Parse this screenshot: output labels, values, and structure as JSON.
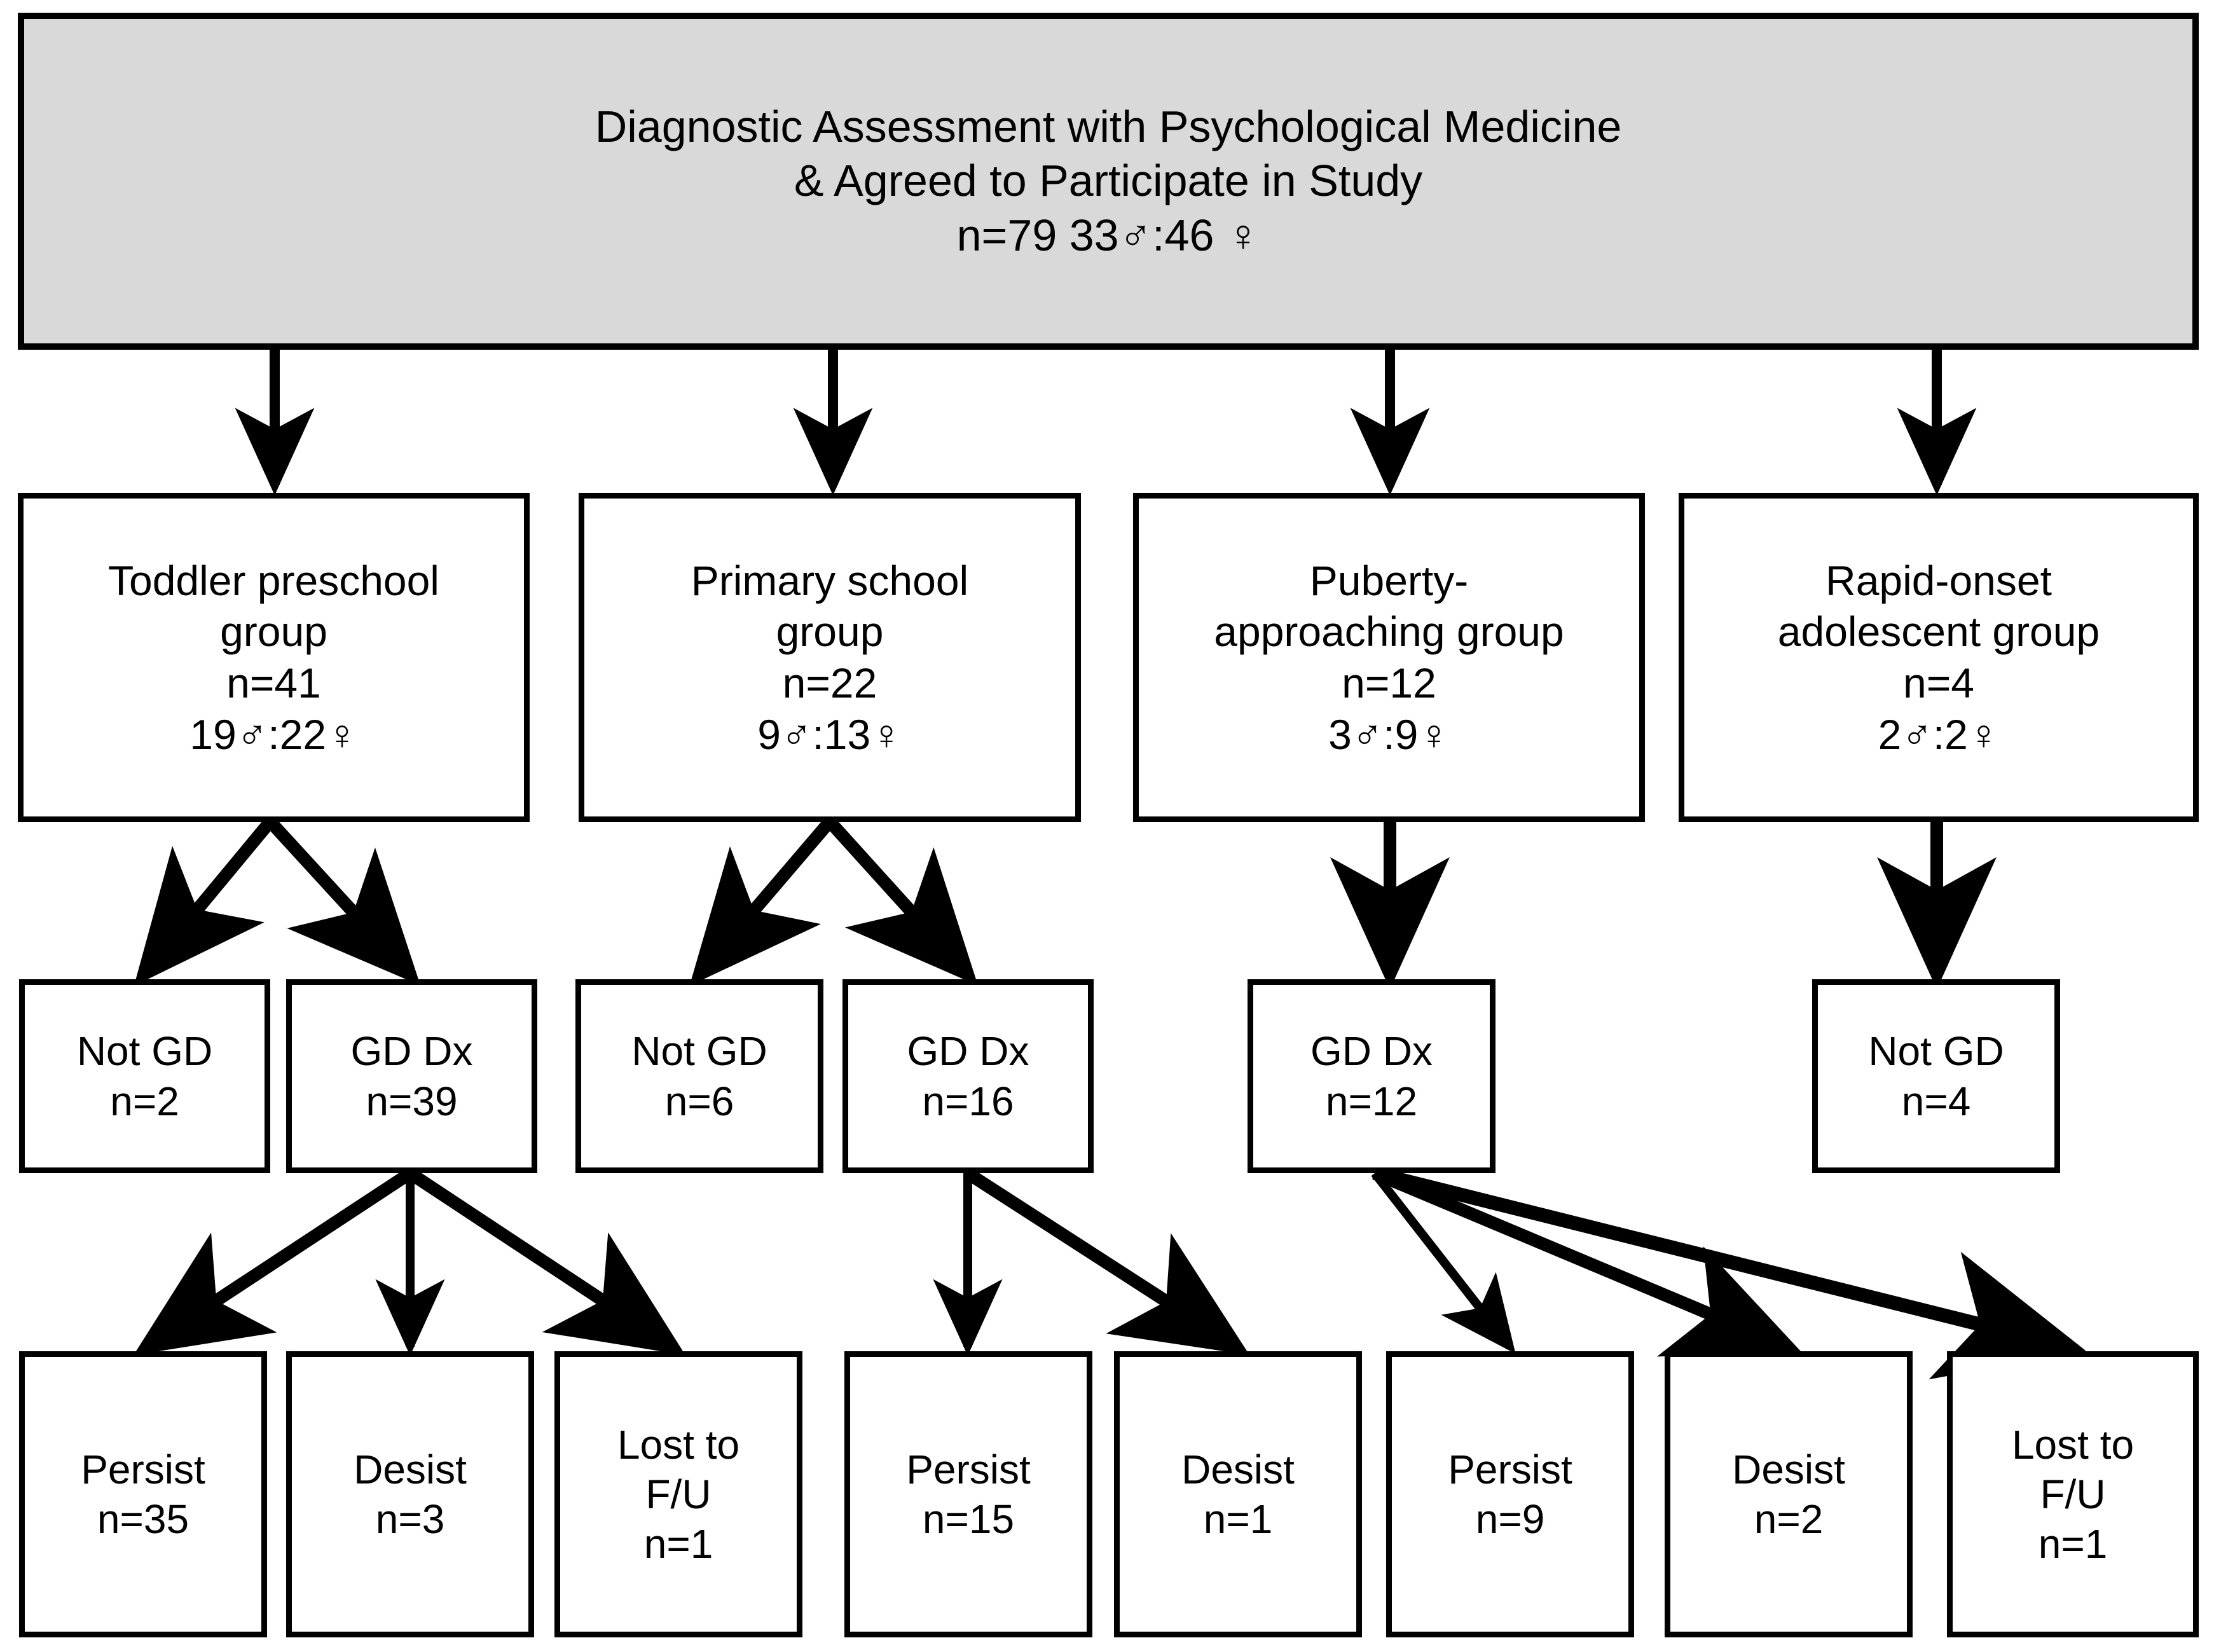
{
  "diagram": {
    "title_node": {
      "lines": [
        "Diagnostic Assessment with Psychological Medicine",
        "& Agreed to Participate in Study",
        "n=79  33♂:46 ♀"
      ],
      "fill_color": "#d9d9d9",
      "border_color": "#000000"
    },
    "groups": [
      {
        "id": "toddler-preschool",
        "lines": [
          "Toddler preschool",
          "group",
          "n=41",
          "19♂:22♀"
        ],
        "n": 41,
        "males": 19,
        "females": 22
      },
      {
        "id": "primary-school",
        "lines": [
          "Primary school",
          "group",
          "n=22",
          "9♂:13♀"
        ],
        "n": 22,
        "males": 9,
        "females": 13
      },
      {
        "id": "puberty-approaching",
        "lines": [
          "Puberty-",
          "approaching group",
          "n=12",
          "3♂:9♀"
        ],
        "n": 12,
        "males": 3,
        "females": 9
      },
      {
        "id": "rapid-onset-adolescent",
        "lines": [
          "Rapid-onset",
          "adolescent group",
          "n=4",
          "2♂:2♀"
        ],
        "n": 4,
        "males": 2,
        "females": 2
      }
    ],
    "diagnoses": [
      {
        "id": "toddler-not-gd",
        "lines": [
          "Not GD",
          "n=2"
        ],
        "n": 2
      },
      {
        "id": "toddler-gd-dx",
        "lines": [
          "GD Dx",
          "n=39"
        ],
        "n": 39
      },
      {
        "id": "primary-not-gd",
        "lines": [
          "Not GD",
          "n=6"
        ],
        "n": 6
      },
      {
        "id": "primary-gd-dx",
        "lines": [
          "GD Dx",
          "n=16"
        ],
        "n": 16
      },
      {
        "id": "puberty-gd-dx",
        "lines": [
          "GD Dx",
          "n=12"
        ],
        "n": 12
      },
      {
        "id": "rapid-not-gd",
        "lines": [
          "Not GD",
          "n=4"
        ],
        "n": 4
      }
    ],
    "outcomes": [
      {
        "id": "toddler-persist",
        "lines": [
          "Persist",
          "n=35"
        ],
        "n": 35
      },
      {
        "id": "toddler-desist",
        "lines": [
          "Desist",
          "n=3"
        ],
        "n": 3
      },
      {
        "id": "toddler-lost",
        "lines": [
          "Lost to",
          "F/U",
          "n=1"
        ],
        "n": 1
      },
      {
        "id": "primary-persist",
        "lines": [
          "Persist",
          "n=15"
        ],
        "n": 15
      },
      {
        "id": "primary-desist",
        "lines": [
          "Desist",
          "n=1"
        ],
        "n": 1
      },
      {
        "id": "puberty-persist",
        "lines": [
          "Persist",
          "n=9"
        ],
        "n": 9
      },
      {
        "id": "puberty-desist",
        "lines": [
          "Desist",
          "n=2"
        ],
        "n": 2
      },
      {
        "id": "puberty-lost",
        "lines": [
          "Lost to",
          "F/U",
          "n=1"
        ],
        "n": 1
      }
    ]
  }
}
